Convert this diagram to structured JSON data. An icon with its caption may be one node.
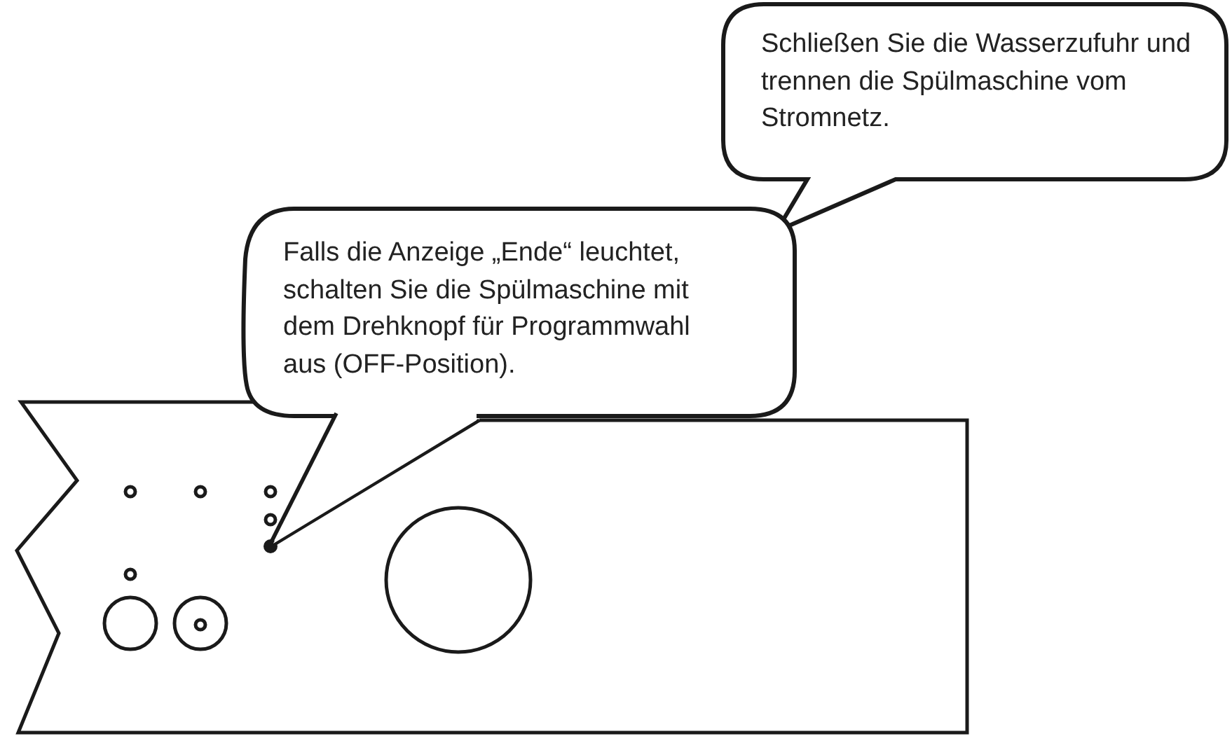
{
  "diagram": {
    "nodes": [
      {
        "text": [
          "Schließen Sie die Wasserzufuhr und trennen die Spülmaschine vom Stromnetz."
        ]
      },
      {
        "text": [
          "Falls die Anzeige „Ende“ leuchtet, schalten Sie die Spülmaschine mit dem Drehknopf für Programmwahl aus (OFF-Position)."
        ]
      },
      {
        "text": [],
        "shape": "circle"
      }
    ],
    "edges": [
      {
        "from": 1,
        "to": 2,
        "arrow": "none"
      }
    ]
  }
}
